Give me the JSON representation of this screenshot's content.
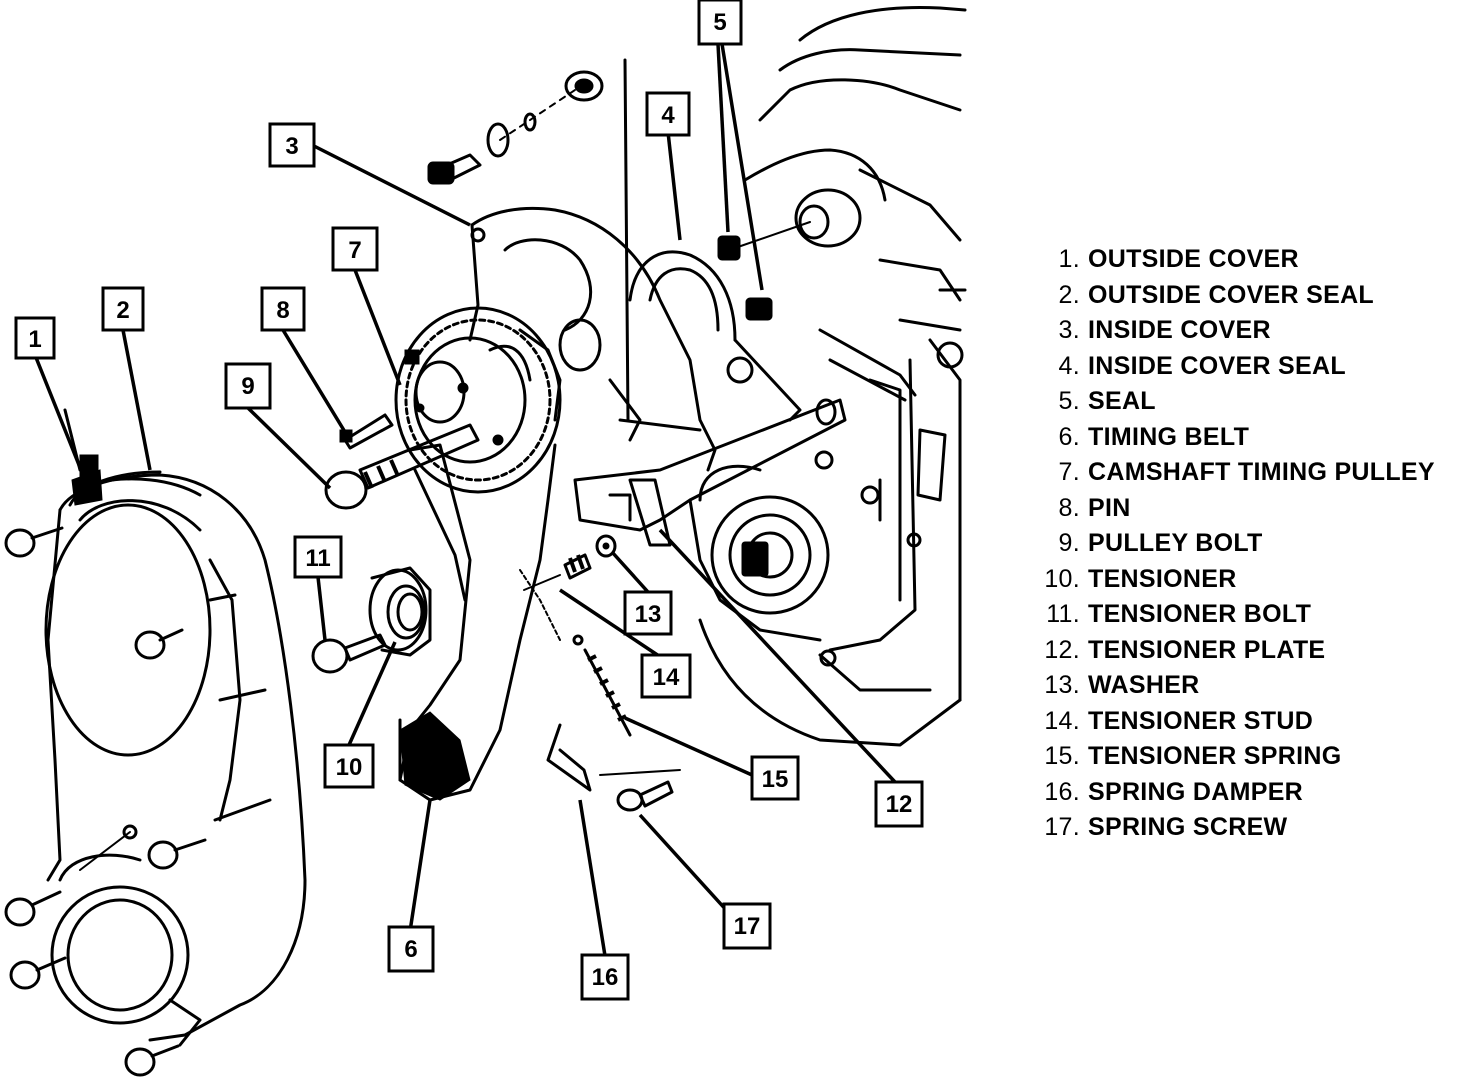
{
  "callouts": [
    {
      "number": "1"
    },
    {
      "number": "2"
    },
    {
      "number": "3"
    },
    {
      "number": "4"
    },
    {
      "number": "5"
    },
    {
      "number": "6"
    },
    {
      "number": "7"
    },
    {
      "number": "8"
    },
    {
      "number": "9"
    },
    {
      "number": "10"
    },
    {
      "number": "11"
    },
    {
      "number": "12"
    },
    {
      "number": "13"
    },
    {
      "number": "14"
    },
    {
      "number": "15"
    },
    {
      "number": "16"
    },
    {
      "number": "17"
    }
  ],
  "legend": [
    {
      "num": "1.",
      "label": "OUTSIDE COVER"
    },
    {
      "num": "2.",
      "label": "OUTSIDE COVER SEAL"
    },
    {
      "num": "3.",
      "label": "INSIDE COVER"
    },
    {
      "num": "4.",
      "label": "INSIDE COVER SEAL"
    },
    {
      "num": "5.",
      "label": "SEAL"
    },
    {
      "num": "6.",
      "label": "TIMING BELT"
    },
    {
      "num": "7.",
      "label": "CAMSHAFT TIMING PULLEY"
    },
    {
      "num": "8.",
      "label": "PIN"
    },
    {
      "num": "9.",
      "label": "PULLEY BOLT"
    },
    {
      "num": "10.",
      "label": "TENSIONER"
    },
    {
      "num": "11.",
      "label": "TENSIONER BOLT"
    },
    {
      "num": "12.",
      "label": "TENSIONER PLATE"
    },
    {
      "num": "13.",
      "label": "WASHER"
    },
    {
      "num": "14.",
      "label": "TENSIONER STUD"
    },
    {
      "num": "15.",
      "label": "TENSIONER SPRING"
    },
    {
      "num": "16.",
      "label": "SPRING DAMPER"
    },
    {
      "num": "17.",
      "label": "SPRING SCREW"
    }
  ]
}
